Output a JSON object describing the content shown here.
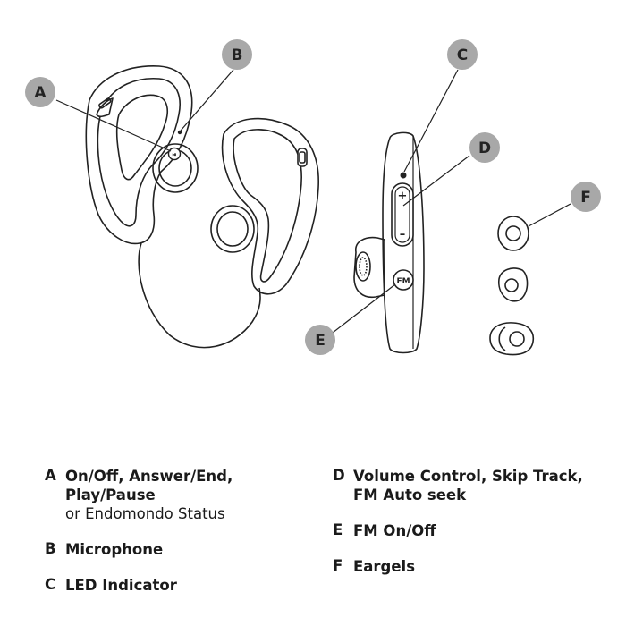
{
  "callouts": {
    "a": "A",
    "b": "B",
    "c": "C",
    "d": "D",
    "e": "E",
    "f": "F"
  },
  "device_labels": {
    "volume_plus": "+",
    "volume_minus": "–",
    "fm_button": "FM"
  },
  "legend": {
    "left": [
      {
        "letter": "A",
        "label_line1": "On/Off, Answer/End,",
        "label_line2": "Play/Pause",
        "sub": "or Endomondo Status"
      },
      {
        "letter": "B",
        "label_line1": "Microphone"
      },
      {
        "letter": "C",
        "label_line1": "LED Indicator"
      }
    ],
    "right": [
      {
        "letter": "D",
        "label_line1": "Volume Control, Skip Track,",
        "label_line2": "FM Auto seek"
      },
      {
        "letter": "E",
        "label_line1": "FM On/Off"
      },
      {
        "letter": "F",
        "label_line1": "Eargels"
      }
    ]
  },
  "colors": {
    "callout_fill": "#a8a8a8",
    "outline": "#222222"
  }
}
